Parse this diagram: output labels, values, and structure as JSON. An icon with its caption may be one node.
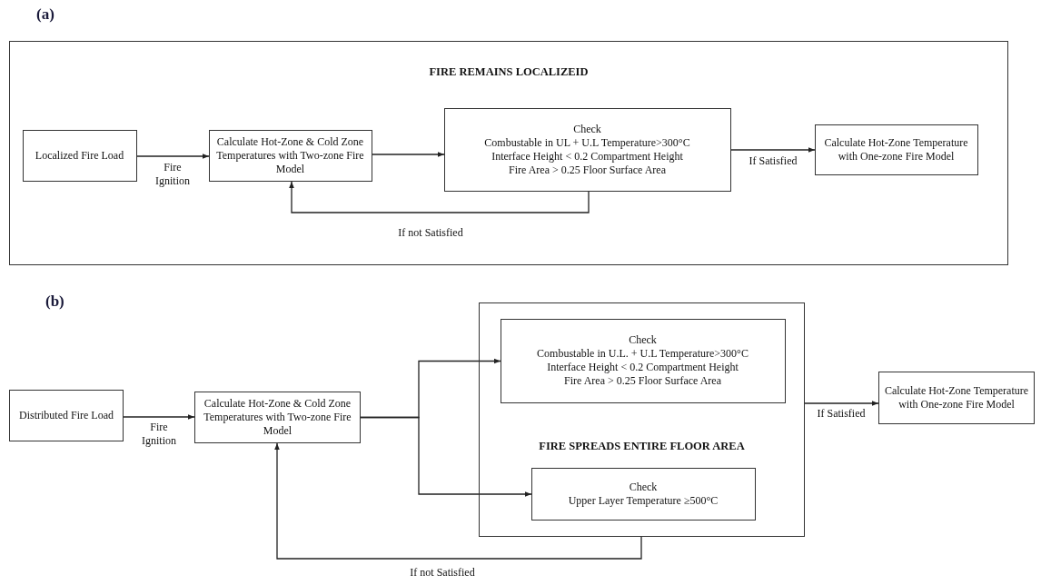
{
  "diagram": {
    "nodes": [
      {
        "text": [
          "FIRE REMAINS LOCALIZEID"
        ]
      },
      {
        "text": [
          "Localized Fire Load"
        ],
        "in": 0
      },
      {
        "text": [
          "Calculate Hot-Zone & Cold Zone Temperatures with Two-zone Fire Model"
        ],
        "in": 0
      },
      {
        "text": [
          "Check",
          "Combustable in UL + U.L Temperature>300°C",
          "Interface Height < 0.2 Compartment Height",
          "Fire Area > 0.25 Floor Surface Area"
        ],
        "in": 0
      },
      {
        "text": [
          "Calculate Hot-Zone Temperature with One-zone Fire Model"
        ],
        "in": 0
      },
      {
        "text": [
          "Distributed Fire Load"
        ]
      },
      {
        "text": [
          "Calculate Hot-Zone & Cold Zone Temperatures with Two-zone Fire Model"
        ]
      },
      {
        "text": [
          "FIRE SPREADS ENTIRE FLOOR AREA"
        ]
      },
      {
        "text": [
          "Check",
          "Combustable in U.L. + U.L Temperature>300°C",
          "Interface Height < 0.2 Compartment Height",
          "Fire Area > 0.25 Floor Surface Area"
        ],
        "in": 7
      },
      {
        "text": [
          "Check",
          "Upper Layer Temperature ≥500°C"
        ],
        "in": 7
      },
      {
        "text": [
          "Calculate Hot-Zone Temperature with One-zone Fire Model"
        ]
      }
    ],
    "edges": [
      {
        "from": 1,
        "to": 2,
        "arrow": "to",
        "label": "Fire Ignition"
      },
      {
        "from": 2,
        "to": 3,
        "arrow": "to"
      },
      {
        "from": 3,
        "to": 4,
        "arrow": "to",
        "label": "If Satisfied"
      },
      {
        "from": 3,
        "to": 2,
        "arrow": "to",
        "label": "If not Satisfied"
      },
      {
        "from": 5,
        "to": 6,
        "arrow": "to",
        "label": "Fire Ignition"
      },
      {
        "from": 6,
        "to": 8,
        "arrow": "to"
      },
      {
        "from": 6,
        "to": 9,
        "arrow": "to"
      },
      {
        "from": 7,
        "to": 10,
        "arrow": "to",
        "label": "If Satisfied"
      },
      {
        "from": 7,
        "to": 6,
        "arrow": "to",
        "label": "If not Satisfied"
      }
    ],
    "labels": [
      "(a)",
      "(b)"
    ]
  }
}
